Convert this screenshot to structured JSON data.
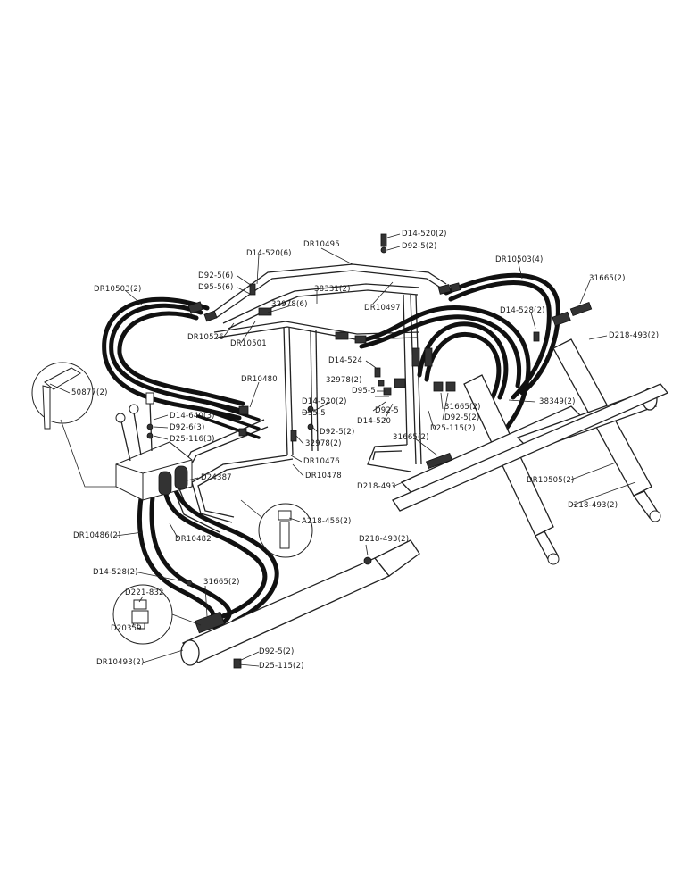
{
  "labels": {
    "l_D14_520_2_top": "D14-520(2)",
    "l_D92_5_2_top": "D92-5(2)",
    "l_DR10495": "DR10495",
    "l_D14_520_6": "D14-520(6)",
    "l_D92_5_6": "D92-5(6)",
    "l_D95_5_6": "D95-5(6)",
    "l_38331_2": "38331(2)",
    "l_32978_6": "32978(6)",
    "l_DR10497": "DR10497",
    "l_DR10503_4": "DR10503(4)",
    "l_31665_2_tr": "31665(2)",
    "l_DR10503_2": "DR10503(2)",
    "l_DR10526": "DR10526",
    "l_DR10501": "DR10501",
    "l_D14_528_2_r": "D14-528(2)",
    "l_D218_493_2_r": "D218-493(2)",
    "l_50877_2": "50877(2)",
    "l_D14_524": "D14-524",
    "l_DR10480": "DR10480",
    "l_32978_2_a": "32978(2)",
    "l_D14_520_2_mid": "D14-520(2)",
    "l_D95_5_a": "D95-5",
    "l_D92_5_a": "D92-5",
    "l_D14_520_mid": "D14-520",
    "l_31665_2_mid": "31665(2)",
    "l_D92_5_2_mid": "D92-5(2)",
    "l_38349_2": "38349(2)",
    "l_D14_640_3": "D14-640(3)",
    "l_D92_6_3": "D92-6(3)",
    "l_D25_116_3": "D25-116(3)",
    "l_D95_5_b": "D95-5",
    "l_D92_5_2_b": "D92-5(2)",
    "l_D25_115_2_mid": "D25-115(2)",
    "l_32978_2_b": "32978(2)",
    "l_31665_2_c": "31665(2)",
    "l_DR10476": "DR10476",
    "l_DR10478": "DR10478",
    "l_D24387": "D24387",
    "l_D218_493_a": "D218-493",
    "l_DR10505_2": "DR10505(2)",
    "l_D218_493_2_b": "D218-493(2)",
    "l_A218_456_2": "A218-456(2)",
    "l_DR10486_2": "DR10486(2)",
    "l_DR10482": "DR10482",
    "l_D218_493_2_c": "D218-493(2)",
    "l_D14_528_2_l": "D14-528(2)",
    "l_31665_2_l": "31665(2)",
    "l_D221_832": "D221-832",
    "l_D20359": "D20359",
    "l_DR10493_2": "DR10493(2)",
    "l_D92_5_2_bot": "D92-5(2)",
    "l_D25_115_2_bot": "D25-115(2)"
  }
}
